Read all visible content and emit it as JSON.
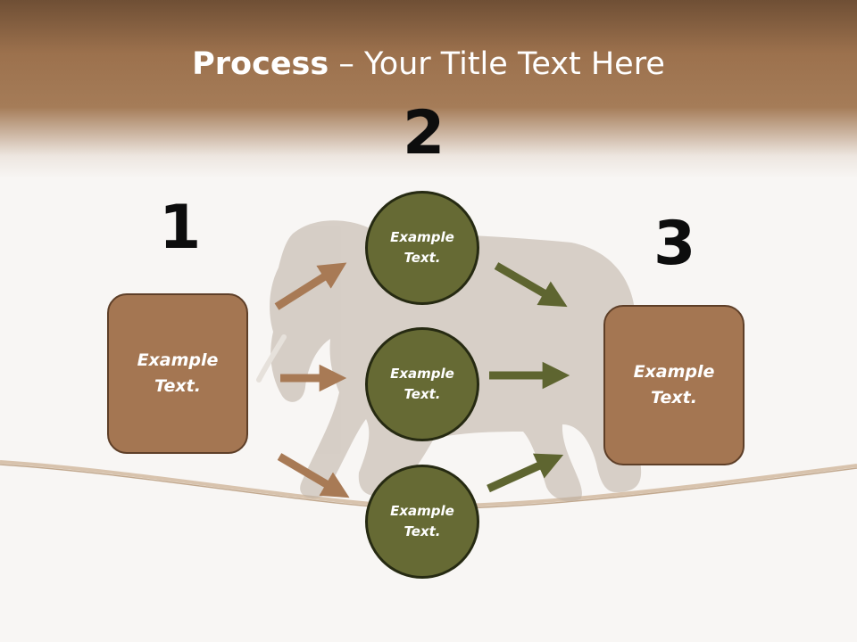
{
  "title": {
    "bold": "Process",
    "rest": " – Your Title Text Here"
  },
  "numbers": {
    "n1": "1",
    "n2": "2",
    "n3": "3"
  },
  "left_box": {
    "line1": "Example",
    "line2": "Text."
  },
  "right_box": {
    "line1": "Example",
    "line2": "Text."
  },
  "circles": [
    {
      "line1": "Example",
      "line2": "Text."
    },
    {
      "line1": "Example",
      "line2": "Text."
    },
    {
      "line1": "Example",
      "line2": "Text."
    }
  ],
  "colors": {
    "brown": "#a47652",
    "brown_border": "#5e3f28",
    "olive": "#666a34",
    "olive_border": "#262a12",
    "arrow_brown": "#a87a55",
    "arrow_olive": "#5e6530"
  }
}
